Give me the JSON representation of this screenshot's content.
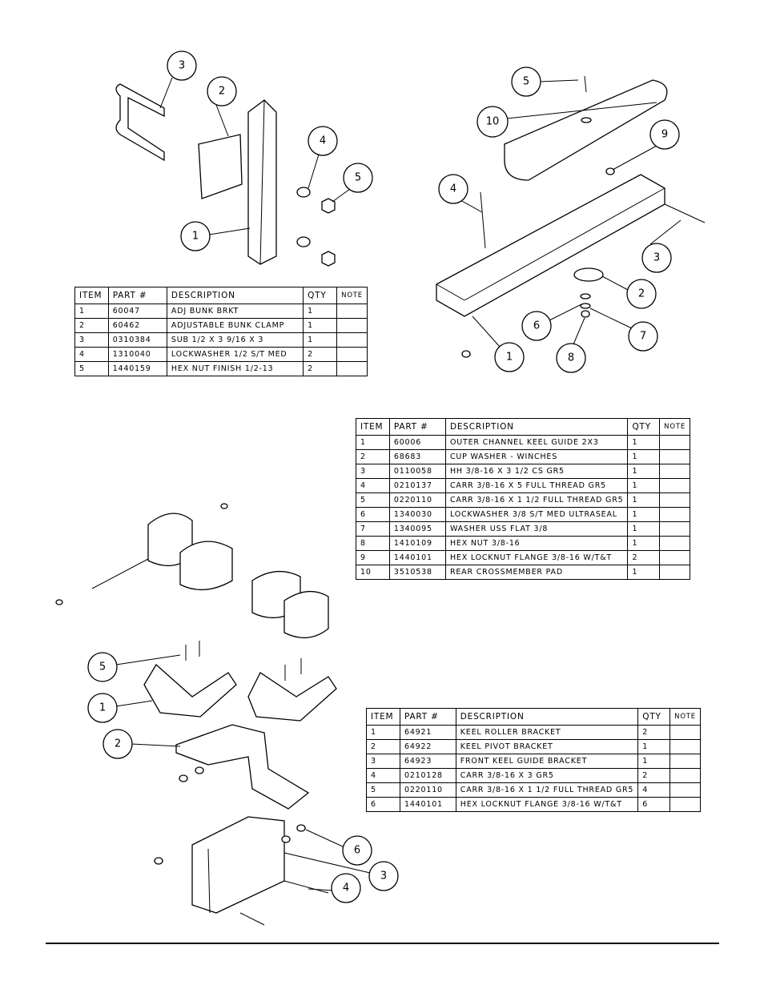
{
  "columns": [
    "ITEM",
    "PART #",
    "DESCRIPTION",
    "QTY",
    "NOTE"
  ],
  "table1": [
    [
      "1",
      "60047",
      "ADJ BUNK BRKT",
      "1",
      ""
    ],
    [
      "2",
      "60462",
      "ADJUSTABLE BUNK CLAMP",
      "1",
      ""
    ],
    [
      "3",
      "0310384",
      "SUB 1/2 X 3 9/16 X 3",
      "1",
      ""
    ],
    [
      "4",
      "1310040",
      "LOCKWASHER 1/2 S/T MED",
      "2",
      ""
    ],
    [
      "5",
      "1440159",
      "HEX NUT FINISH 1/2-13",
      "2",
      ""
    ]
  ],
  "table2": [
    [
      "1",
      "60006",
      "OUTER CHANNEL KEEL GUIDE 2X3",
      "1",
      ""
    ],
    [
      "2",
      "68683",
      "CUP WASHER - WINCHES",
      "1",
      ""
    ],
    [
      "3",
      "0110058",
      "HH 3/8-16 X 3 1/2 CS GR5",
      "1",
      ""
    ],
    [
      "4",
      "0210137",
      "CARR 3/8-16 X 5 FULL THREAD GR5",
      "1",
      ""
    ],
    [
      "5",
      "0220110",
      "CARR 3/8-16 X 1 1/2 FULL THREAD GR5",
      "1",
      ""
    ],
    [
      "6",
      "1340030",
      "LOCKWASHER 3/8 S/T MED ULTRASEAL",
      "1",
      ""
    ],
    [
      "7",
      "1340095",
      "WASHER USS FLAT 3/8",
      "1",
      ""
    ],
    [
      "8",
      "1410109",
      "HEX NUT 3/8-16",
      "1",
      ""
    ],
    [
      "9",
      "1440101",
      "HEX LOCKNUT FLANGE 3/8-16 W/T&T",
      "2",
      ""
    ],
    [
      "10",
      "3510538",
      "REAR CROSSMEMBER PAD",
      "1",
      ""
    ]
  ],
  "table3": [
    [
      "1",
      "64921",
      "KEEL ROLLER BRACKET",
      "2",
      ""
    ],
    [
      "2",
      "64922",
      "KEEL PIVOT BRACKET",
      "1",
      ""
    ],
    [
      "3",
      "64923",
      "FRONT KEEL GUIDE BRACKET",
      "1",
      ""
    ],
    [
      "4",
      "0210128",
      "CARR 3/8-16 X 3 GR5",
      "2",
      ""
    ],
    [
      "5",
      "0220110",
      "CARR 3/8-16 X 1 1/2 FULL THREAD GR5",
      "4",
      ""
    ],
    [
      "6",
      "1440101",
      "HEX LOCKNUT FLANGE 3/8-16 W/T&T",
      "6",
      ""
    ]
  ],
  "callouts": {
    "a": [
      "3",
      "2",
      "4",
      "5",
      "1"
    ],
    "b": [
      "5",
      "10",
      "9",
      "4",
      "3",
      "2",
      "6",
      "7",
      "1",
      "8"
    ],
    "c": [
      "5",
      "1",
      "2",
      "6",
      "3",
      "4"
    ]
  }
}
